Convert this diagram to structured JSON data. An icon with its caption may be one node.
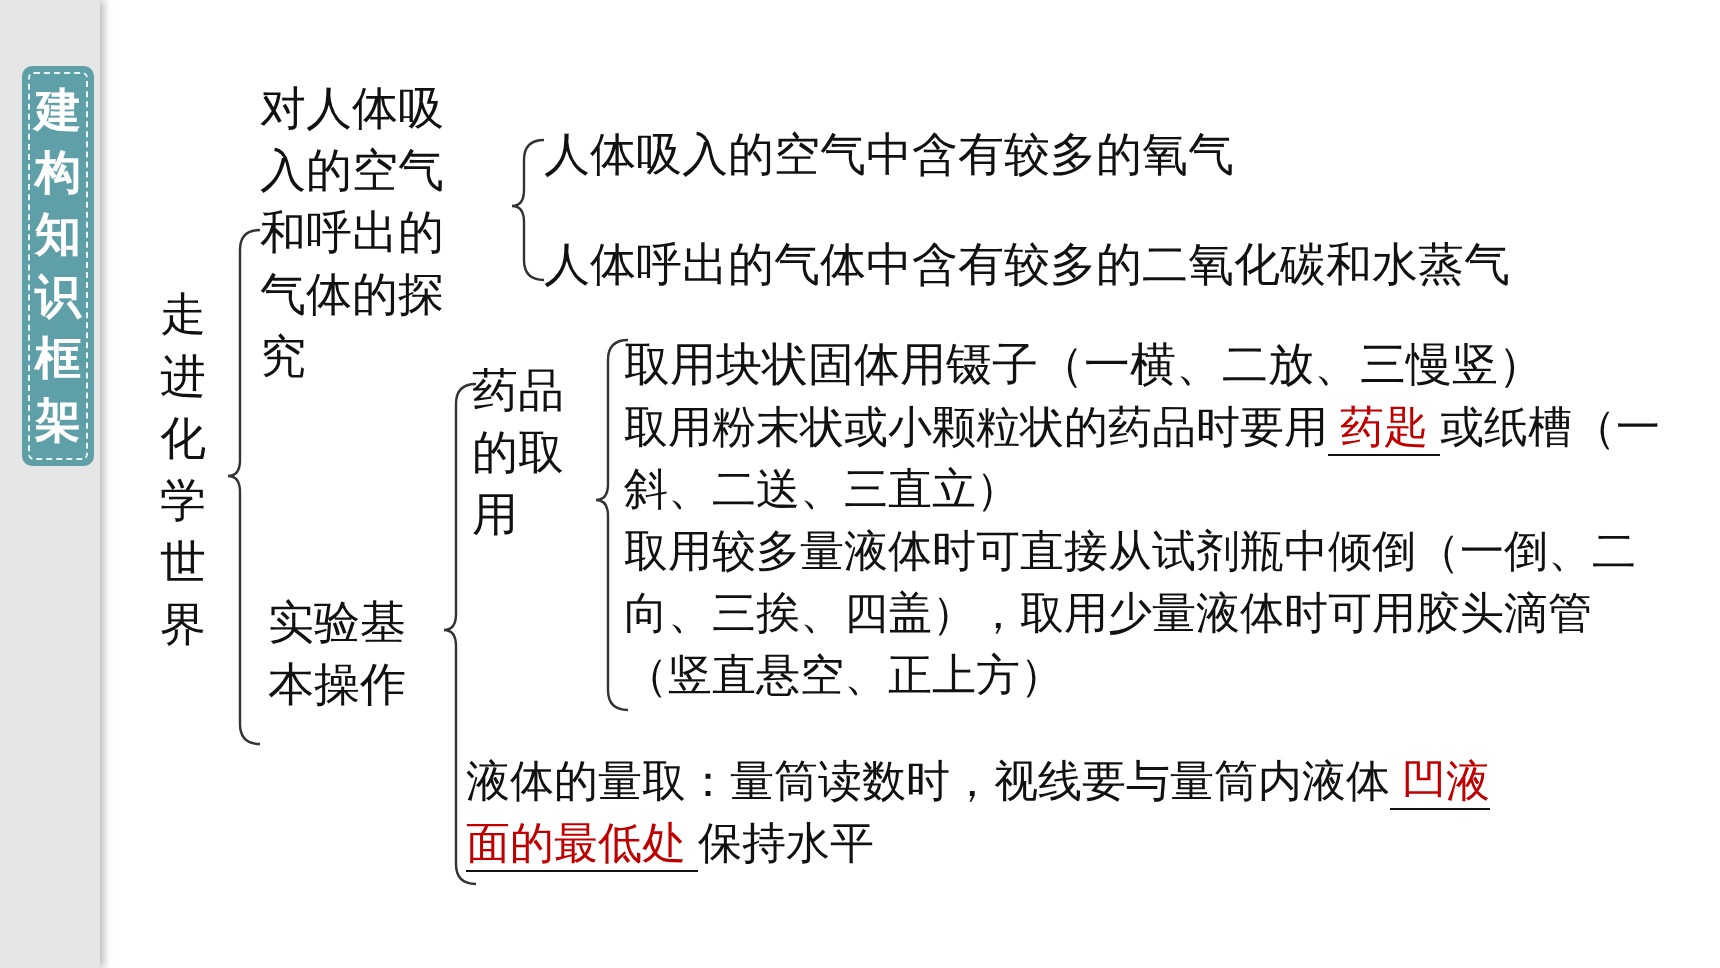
{
  "diagram": {
    "nodes": [
      {
        "text": [
          "走进化学世界"
        ]
      },
      {
        "text": [
          "对人体吸入的空气和呼出的气体的探究"
        ]
      },
      {
        "text": [
          "人体吸入的空气中含有较多的氧气"
        ]
      },
      {
        "text": [
          "人体呼出的气体中含有较多的二氧化碳和水蒸气"
        ]
      },
      {
        "text": [
          "实验基本操作"
        ]
      },
      {
        "text": [
          "药品的取用"
        ]
      },
      {
        "text": [
          "取用块状固体用镊子（一横、二放、三慢竖）"
        ]
      },
      {
        "text": [
          "取用粉末状或小颗粒状的药品时要用",
          "药匙",
          "或纸槽（一斜、二送、三直立）"
        ]
      },
      {
        "text": [
          "取用较多量液体时可直接从试剂瓶中倾倒（一倒、二向、三挨、四盖），取用少量液体时可用胶头滴管（竖直悬空、正上方）"
        ]
      },
      {
        "text": [
          "液体的量取：量筒读数时，视线要与量筒内液体",
          "凹液面的最低处",
          "保持水平"
        ]
      }
    ],
    "labels": [
      "建构知识框架"
    ]
  }
}
